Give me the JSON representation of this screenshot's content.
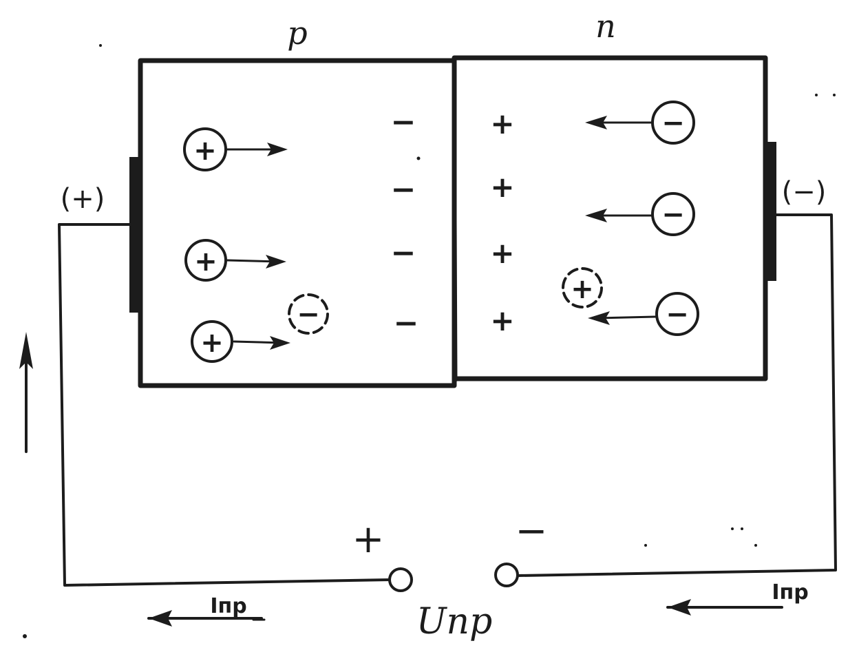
{
  "regions": {
    "p_label": "p",
    "n_label": "n"
  },
  "terminals": {
    "positive_label": "(+)",
    "negative_label": "(−)"
  },
  "source": {
    "plus_label": "+",
    "minus_label": "−",
    "voltage_label": "Uпр"
  },
  "current": {
    "left_label": "Iпр",
    "right_label": "Iпр"
  },
  "charges": {
    "hole": "+",
    "electron": "−",
    "ion_negative": "−",
    "ion_positive": "+"
  },
  "colors": {
    "ink": "#1c1c1c",
    "paper": "#ffffff"
  }
}
